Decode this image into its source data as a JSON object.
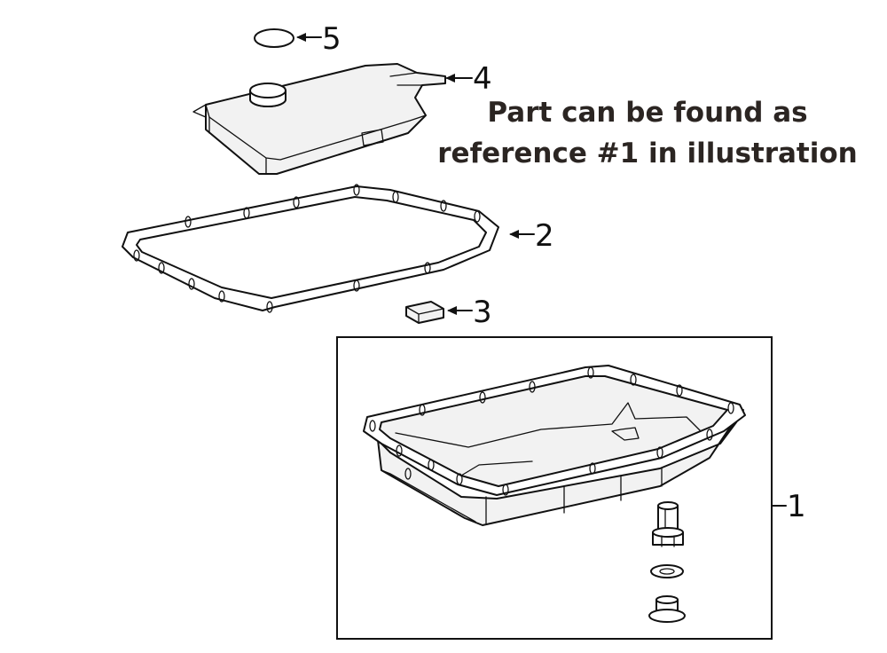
{
  "note": {
    "line1": "Part can be found as",
    "line2": "reference #1 in illustration"
  },
  "callouts": {
    "one": "1",
    "two": "2",
    "three": "3",
    "four": "4",
    "five": "5"
  }
}
